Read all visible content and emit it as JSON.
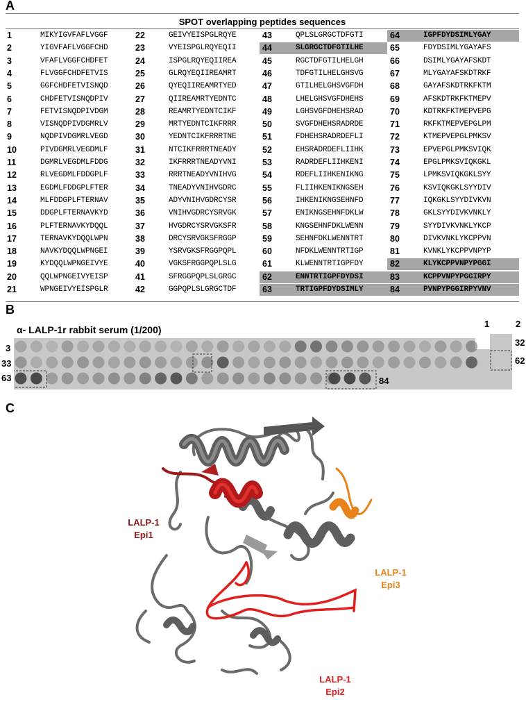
{
  "panel_a": {
    "letter": "A",
    "title": "SPOT overlapping peptides sequences",
    "peptides": [
      [
        "1",
        "MIKYIGVFAFLVGGF"
      ],
      [
        "2",
        "YIGVFAFLVGGFCHD"
      ],
      [
        "3",
        "VFAFLVGGFCHDFET"
      ],
      [
        "4",
        "FLVGGFCHDFETVIS"
      ],
      [
        "5",
        "GGFCHDFETVISNQD"
      ],
      [
        "6",
        "CHDFETVISNQDPIV"
      ],
      [
        "7",
        "FETVISNQDPIVDGM"
      ],
      [
        "8",
        "VISNQDPIVDGMRLV"
      ],
      [
        "9",
        "NQDPIVDGMRLVEGD"
      ],
      [
        "10",
        "PIVDGMRLVEGDMLF"
      ],
      [
        "11",
        "DGMRLVEGDMLFDDG"
      ],
      [
        "12",
        "RLVEGDMLFDDGPLF"
      ],
      [
        "13",
        "EGDMLFDDGPLFTER"
      ],
      [
        "14",
        "MLFDDGPLFTERNAV"
      ],
      [
        "15",
        "DDGPLFTERNAVKYD"
      ],
      [
        "16",
        "PLFTERNAVKYDQQL"
      ],
      [
        "17",
        "TERNAVKYDQQLWPN"
      ],
      [
        "18",
        "NAVKYDQQLWPNGEI"
      ],
      [
        "19",
        "KYDQQLWPNGEIVYE"
      ],
      [
        "20",
        "QQLWPNGEIVYEISP"
      ],
      [
        "21",
        "WPNGEIVYEISPGLR"
      ],
      [
        "22",
        "GEIVYEISPGLRQYE"
      ],
      [
        "23",
        "VYEISPGLRQYEQII"
      ],
      [
        "24",
        "ISPGLRQYEQIIREA"
      ],
      [
        "25",
        "GLRQYEQIIREAMRT"
      ],
      [
        "26",
        "QYEQIIREAMRTYED"
      ],
      [
        "27",
        "QIIREAMRTYEDNTC"
      ],
      [
        "28",
        "REAMRTYEDNTCIKF"
      ],
      [
        "29",
        "MRTYEDNTCIKFRRR"
      ],
      [
        "30",
        "YEDNTCIKFRRRTNE"
      ],
      [
        "31",
        "NTCIKFRRRTNEADY"
      ],
      [
        "32",
        "IKFRRRTNEADYVNI"
      ],
      [
        "33",
        "RRRTNEADYVNIHVG"
      ],
      [
        "34",
        "TNEADYVNIHVGDRC"
      ],
      [
        "35",
        "ADYVNIHVGDRCYSR"
      ],
      [
        "36",
        "VNIHVGDRCYSRVGK"
      ],
      [
        "37",
        "HVGDRCYSRVGKSFR"
      ],
      [
        "38",
        "DRCYSRVGKSFRGGP"
      ],
      [
        "39",
        "YSRVGKSFRGGPQPL"
      ],
      [
        "40",
        "VGKSFRGGPQPLSLG"
      ],
      [
        "41",
        "SFRGGPQPLSLGRGC"
      ],
      [
        "42",
        "GGPQPLSLGRGCTDF"
      ],
      [
        "43",
        "QPLSLGRGCTDFGTI"
      ],
      [
        "44",
        "SLGRGCTDFGTILHE"
      ],
      [
        "45",
        "RGCTDFGTILHELGH"
      ],
      [
        "46",
        "TDFGTILHELGHSVG"
      ],
      [
        "47",
        "GTILHELGHSVGFDH"
      ],
      [
        "48",
        "LHELGHSVGFDHEHS"
      ],
      [
        "49",
        "LGHSVGFDHEHSRAD"
      ],
      [
        "50",
        "SVGFDHEHSRADRDE"
      ],
      [
        "51",
        "FDHEHSRADRDEFLI"
      ],
      [
        "52",
        "EHSRADRDEFLIIHK"
      ],
      [
        "53",
        "RADRDEFLIIHKENI"
      ],
      [
        "54",
        "RDEFLIIHKENIKNG"
      ],
      [
        "55",
        "FLIIHKENIKNGSEH"
      ],
      [
        "56",
        "IHKENIKNGSEHNFD"
      ],
      [
        "57",
        "ENIKNGSEHNFDKLW"
      ],
      [
        "58",
        "KNGSEHNFDKLWENN"
      ],
      [
        "59",
        "SEHNFDKLWENNTRT"
      ],
      [
        "60",
        "NFDKLWENNTRTIGP"
      ],
      [
        "61",
        "KLWENNTRTIGPFDY"
      ],
      [
        "62",
        "ENNTRTIGPFDYDSI"
      ],
      [
        "63",
        "TRTIGPFDYDSIMLY"
      ],
      [
        "64",
        "IGPFDYDSIMLYGAY"
      ],
      [
        "65",
        "FDYDSIMLYGAYAFS"
      ],
      [
        "66",
        "DSIMLYGAYAFSKDT"
      ],
      [
        "67",
        "MLYGAYAFSKDTRKF"
      ],
      [
        "68",
        "GAYAFSKDTRKFKTM"
      ],
      [
        "69",
        "AFSKDTRKFKTMEPV"
      ],
      [
        "70",
        "KDTRKFKTMEPVEPG"
      ],
      [
        "71",
        "RKFKTMEPVEPGLPM"
      ],
      [
        "72",
        "KTMEPVEPGLPMKSV"
      ],
      [
        "73",
        "EPVEPGLPMKSVIQK"
      ],
      [
        "74",
        "EPGLPMKSVIQKGKL"
      ],
      [
        "75",
        "LPMKSVIQKGKLSYY"
      ],
      [
        "76",
        "KSVIQKGKLSYYDIV"
      ],
      [
        "77",
        "IQKGKLSYYDIVKVN"
      ],
      [
        "78",
        "GKLSYYDIVKVNKLY"
      ],
      [
        "79",
        "SYYDIVKVNKLYKCP"
      ],
      [
        "80",
        "DIVKVNKLYKCPPVN"
      ],
      [
        "81",
        "KVNKLYKCPPVNPYP"
      ],
      [
        "82",
        "KLYKCPPVNPYPGGI"
      ],
      [
        "83",
        "KCPPVNPYPGGIRPY"
      ],
      [
        "84",
        "PVNPYPGGIRPYVNV"
      ]
    ],
    "highlighted": [
      "44",
      "62",
      "63",
      "64",
      "82",
      "83",
      "84"
    ]
  },
  "panel_b": {
    "letter": "B",
    "title": "α- LALP-1r rabbit serum (1/200)",
    "labels": {
      "l1": "1",
      "l2": "2",
      "l3": "3",
      "l32": "32",
      "l33": "33",
      "l62": "62",
      "l63": "63",
      "l84": "84"
    },
    "colors": {
      "membrane": "#c8c8c8",
      "spot": "#3a3a3a"
    }
  },
  "panel_c": {
    "letter": "C",
    "epitopes": [
      {
        "id": "epi1",
        "line1": "LALP-1",
        "line2": "Epi1",
        "color": "#8b1a1a"
      },
      {
        "id": "epi2",
        "line1": "LALP-1",
        "line2": "Epi2",
        "color": "#e0201e"
      },
      {
        "id": "epi3",
        "line1": "LALP-1",
        "line2": "Epi3",
        "color": "#e8821c"
      }
    ],
    "colors": {
      "backbone": "#6b6b6b",
      "helix": "#5e5e5e"
    }
  }
}
